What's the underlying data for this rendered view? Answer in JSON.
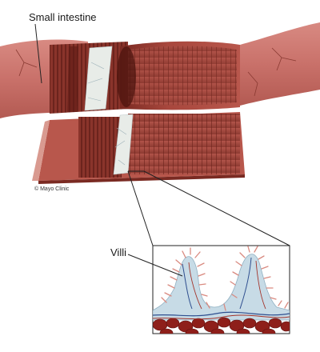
{
  "labels": {
    "small_intestine": "Small intestine",
    "villi": "Villi",
    "credit": "© Mayo Clinic"
  },
  "colors": {
    "tissue_light": "#c9716a",
    "tissue_mid": "#a8473d",
    "tissue_dark": "#7a2a22",
    "fold_line": "#5e1a14",
    "mesentery_bg": "#d99a90",
    "mucosa_white": "#e8ece8",
    "villus_blue": "#c7dbe6",
    "blood_cell": "#8e1f1a",
    "vessel_blue": "#2f4f8f",
    "leader_line": "#222222"
  }
}
